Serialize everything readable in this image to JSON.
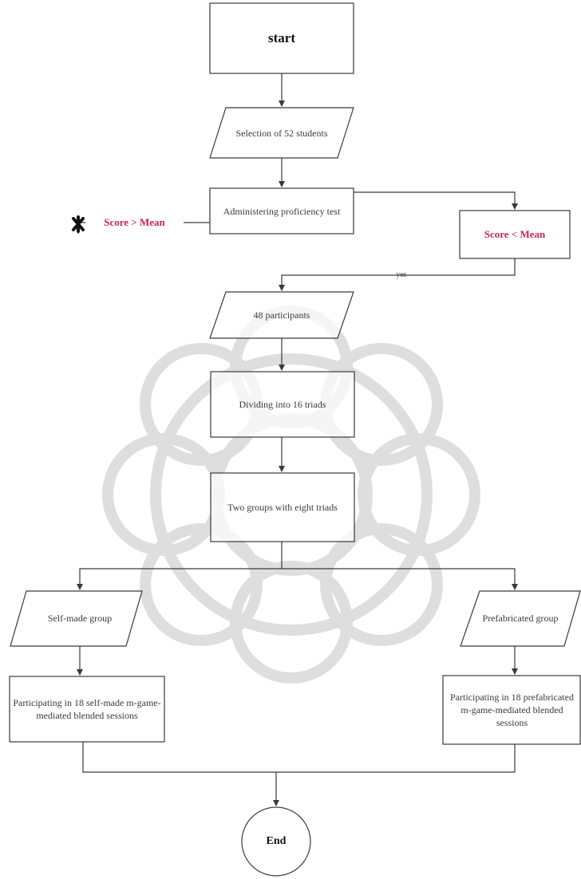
{
  "nodes": {
    "start": "start",
    "selection": "Selection of 52 students",
    "administering": "Administering proficiency test",
    "score_high": "Score > Mean",
    "score_low": "Score < Mean",
    "yes_label": "yes",
    "participants": "48 participants",
    "dividing": "Dividing into 16 triads",
    "two_groups": "Two groups with eight triads",
    "self_made_group": "Self-made group",
    "prefabricated_group": "Prefabricated group",
    "self_made_sessions": "Participating in 18 self-made m-game-mediated blended sessions",
    "prefabricated_sessions": "Participating in 18 prefabricated m-game-mediated blended sessions",
    "end": "End"
  },
  "colors": {
    "line": "#3a3a3a",
    "score_text": "#c8264f",
    "watermark": "#d2d2d2"
  },
  "icons": {
    "reject_marker": "cross-icon"
  }
}
